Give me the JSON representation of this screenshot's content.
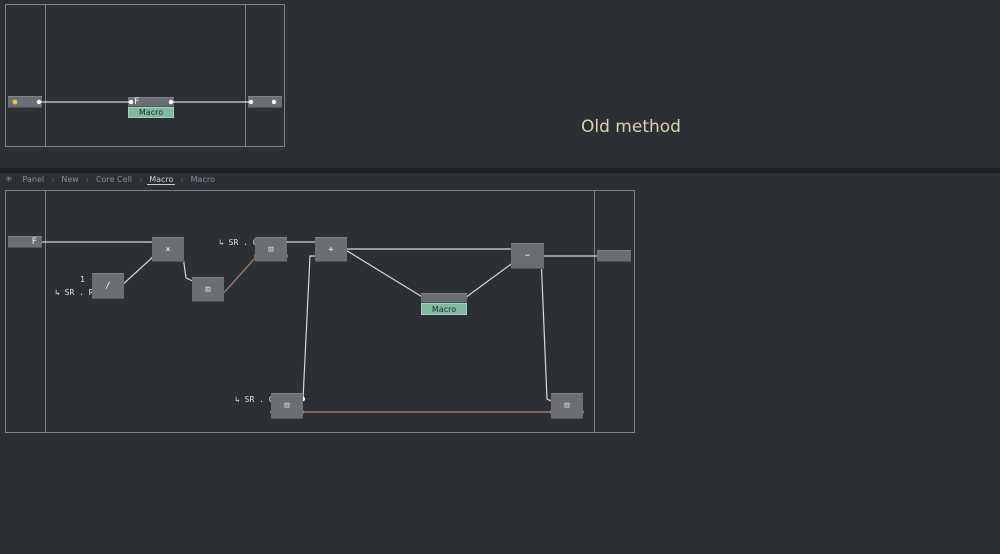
{
  "top_panel": {
    "annotation": "Old method",
    "nodes": {
      "input_f": "F",
      "macro": "Macro"
    }
  },
  "breadcrumb": {
    "items": [
      "Panel",
      "New",
      "Core Cell",
      "Macro",
      "Macro"
    ],
    "active_index": 3
  },
  "graph": {
    "input_f": "F",
    "input_one": "1",
    "in_sr_r": "↳ SR . R",
    "in_sr_c_top": "↳ SR . C",
    "in_sr_c_bottom": "↳ SR . C",
    "op_multiply": "×",
    "op_divide": "/",
    "op_add": "+",
    "op_subtract": "−",
    "macro": "Macro"
  }
}
